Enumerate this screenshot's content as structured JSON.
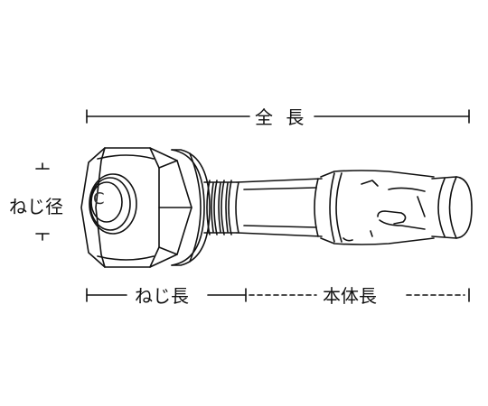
{
  "labels": {
    "total_length": "全 長",
    "thread_diameter": "ねじ径",
    "thread_length": "ねじ長",
    "body_length": "本体長",
    "nut_mark": "C"
  }
}
